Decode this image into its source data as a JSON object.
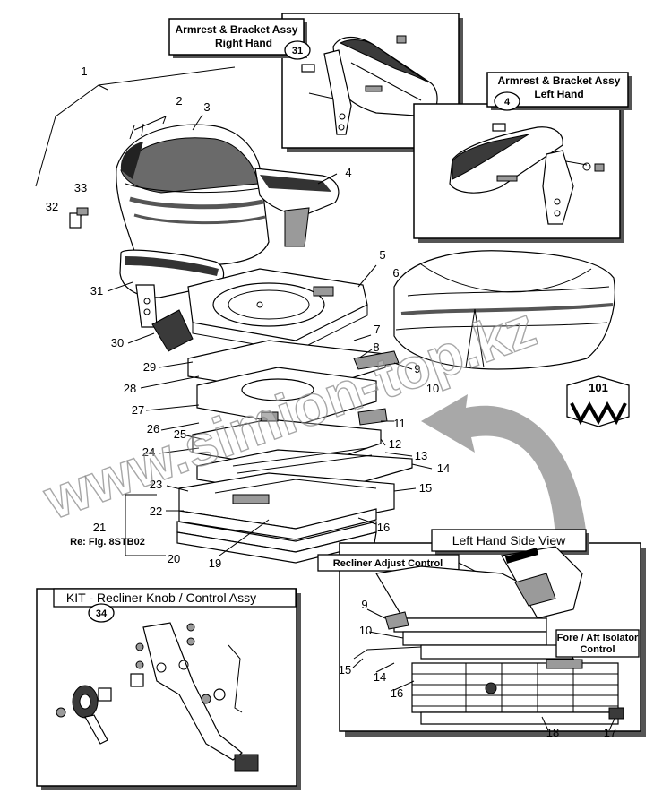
{
  "boxes": {
    "armrest_right": {
      "line1": "Armrest & Bracket Assy",
      "line2": "Right Hand",
      "ref": "31"
    },
    "armrest_left": {
      "line1": "Armrest & Bracket Assy",
      "line2": "Left Hand",
      "ref": "4"
    },
    "kit": {
      "title": "KIT - Recliner Knob / Control Assy",
      "ref": "34"
    },
    "side_view": {
      "title": "Left Hand Side View",
      "recliner_label": "Recliner Adjust Control",
      "isolator_line1": "Fore / Aft  Isolator",
      "isolator_line2": "Control",
      "callouts": [
        "9",
        "10",
        "15",
        "14",
        "16",
        "18",
        "17"
      ]
    }
  },
  "callouts": {
    "c1": "1",
    "c2": "2",
    "c3": "3",
    "c4": "4",
    "c5": "5",
    "c6": "6",
    "c7": "7",
    "c8": "8",
    "c9": "9",
    "c10": "10",
    "c11": "11",
    "c12": "12",
    "c13": "13",
    "c14": "14",
    "c15": "15",
    "c16": "16",
    "c19": "19",
    "c20": "20",
    "c21": "21",
    "c22": "22",
    "c23": "23",
    "c24": "24",
    "c25": "25",
    "c26": "26",
    "c27": "27",
    "c28": "28",
    "c29": "29",
    "c30": "30",
    "c31": "31",
    "c32": "32",
    "c33": "33"
  },
  "ref_note": "Re: Fig. 8STB02",
  "logo_number": "101",
  "watermark": "www.simion-top.kz",
  "colors": {
    "line": "#000000",
    "arrow": "#a8a8a8",
    "dark_part": "#3a3a3a"
  }
}
